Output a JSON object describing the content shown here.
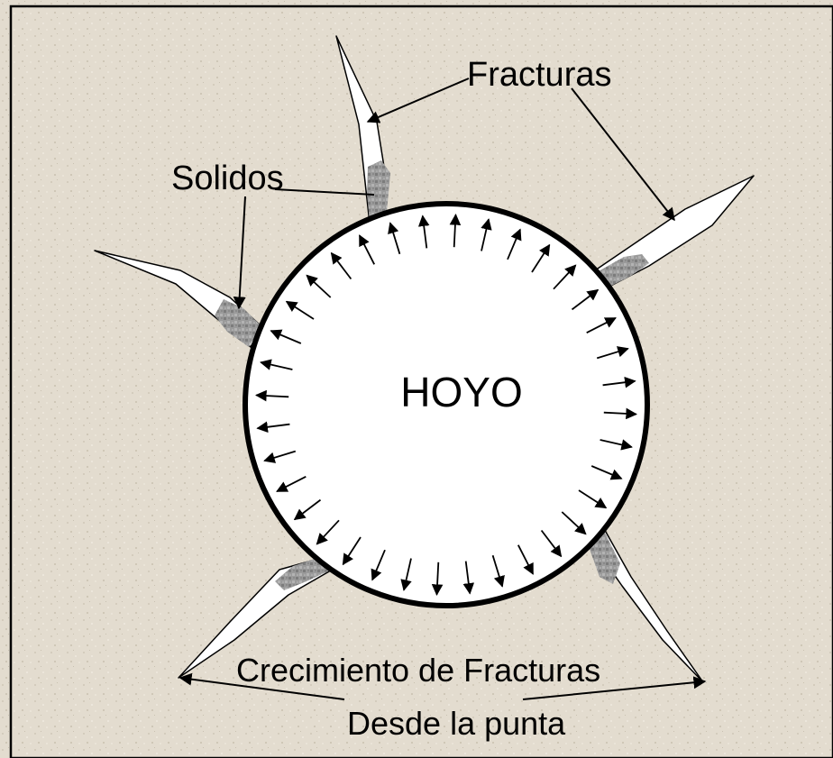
{
  "diagram": {
    "center_label": "HOYO",
    "label_fracturas": "Fracturas",
    "label_solidos": "Solidos",
    "label_crecimiento": "Crecimiento de Fracturas",
    "label_desde": "Desde la punta",
    "colors": {
      "background": "#e3dccf",
      "frame": "#000000",
      "hole_fill": "#ffffff",
      "solids": "#9a9a9a",
      "arrow": "#000000"
    }
  }
}
